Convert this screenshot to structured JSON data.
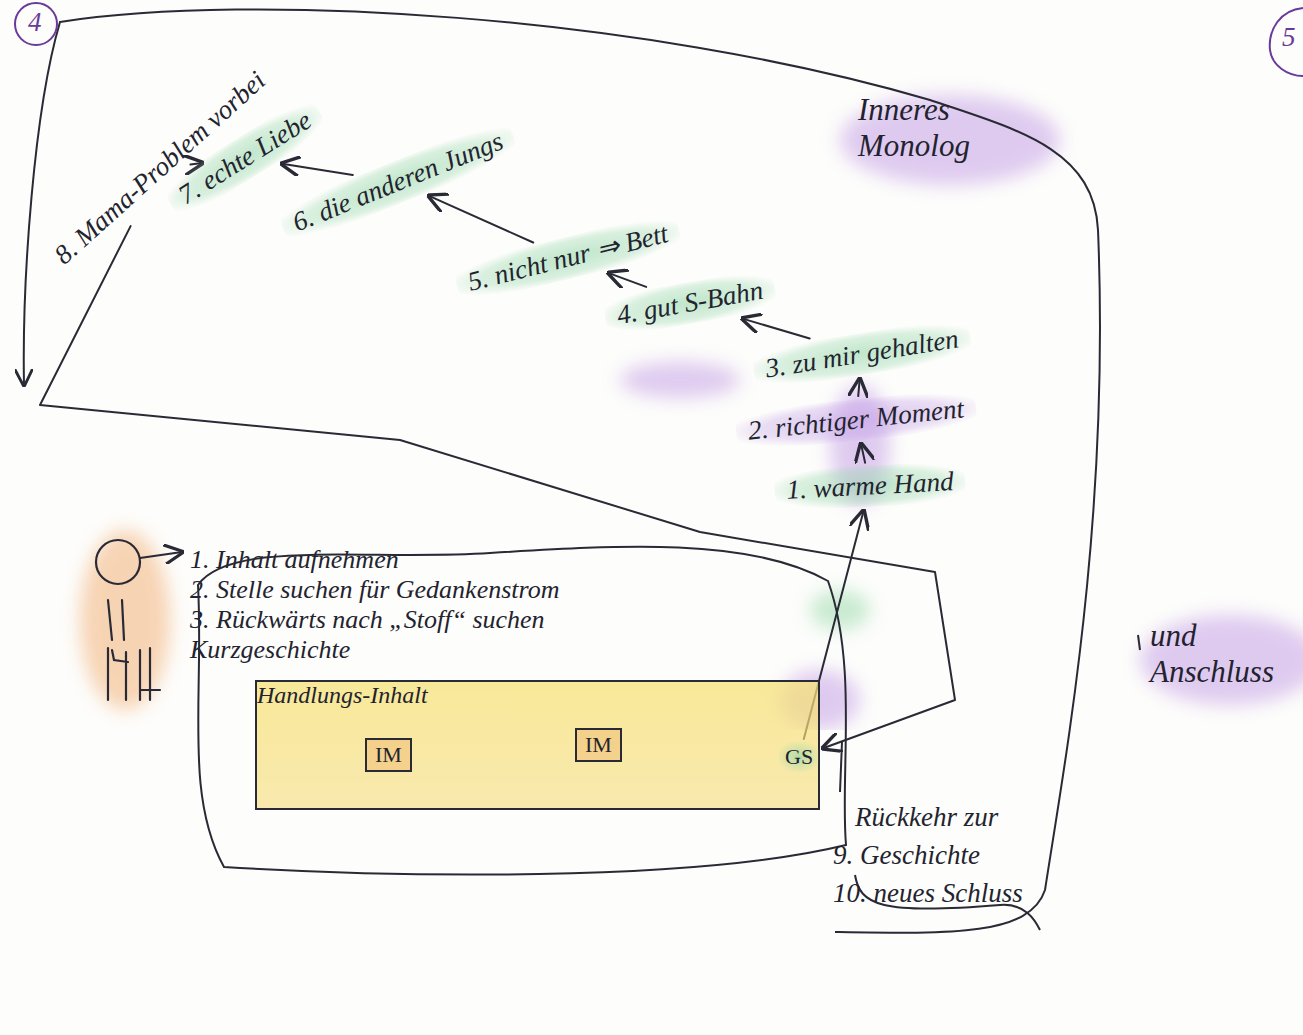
{
  "diagram": {
    "nodes": [
      {
        "text": [
          "1. Inhalt aufnehmen",
          "2. Stelle suchen für Gedankenstrom",
          "3. Rückwärts nach „Stoff“ suchen",
          "Kurzgeschichte"
        ]
      },
      {
        "text": [
          "Handlungs-Inhalt"
        ],
        "in": 0
      },
      {
        "text": [
          "IM"
        ],
        "in": 1
      },
      {
        "text": [
          "IM"
        ],
        "in": 1
      },
      {
        "text": [
          "GS"
        ],
        "in": 1
      },
      {
        "text": [
          "1. warme Hand"
        ]
      },
      {
        "text": [
          "2. richtiger Moment"
        ]
      },
      {
        "text": [
          "3. zu mir gehalten"
        ]
      },
      {
        "text": [
          "4. gut S-Bahn"
        ]
      },
      {
        "text": [
          "5. nicht nur ⇒ Bett"
        ]
      },
      {
        "text": [
          "6. die anderen Jungs"
        ]
      },
      {
        "text": [
          "7. echte Liebe"
        ]
      },
      {
        "text": [
          "8. Mama-Problem vorbei"
        ]
      }
    ],
    "edges": [
      {
        "from": 4,
        "to": 5,
        "arrow": "to"
      },
      {
        "from": 5,
        "to": 6,
        "arrow": "to"
      },
      {
        "from": 6,
        "to": 7,
        "arrow": "to"
      },
      {
        "from": 7,
        "to": 8,
        "arrow": "to"
      },
      {
        "from": 8,
        "to": 9,
        "arrow": "to"
      },
      {
        "from": 9,
        "to": 10,
        "arrow": "to"
      },
      {
        "from": 10,
        "to": 11,
        "arrow": "to"
      },
      {
        "from": 11,
        "to": 12,
        "arrow": "to"
      },
      {
        "from": 12,
        "to": 4,
        "arrow": "to"
      }
    ],
    "labels": [
      "4",
      "5",
      "Inneres Monolog",
      "und Anschluss",
      "Rückkehr zur",
      "9. Geschichte",
      "10. neues Schluss"
    ]
  }
}
